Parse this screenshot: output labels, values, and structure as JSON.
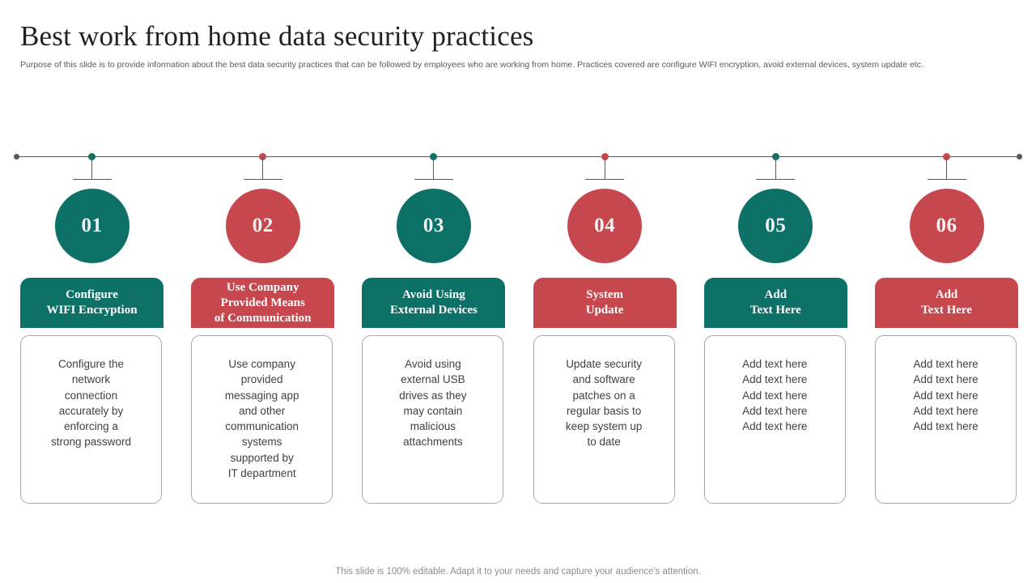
{
  "slide": {
    "title": "Best work from home data security practices",
    "subtitle": "Purpose of this slide is to provide information about the best data security practices that can be followed by employees who are working from home. Practices covered are configure WIFI  encryption, avoid external devices, system update etc.",
    "footer": "This slide is 100% editable. Adapt it to your needs and capture your audience's attention."
  },
  "colors": {
    "teal": "#0D7168",
    "red": "#C7474E",
    "timeline": "#595959",
    "timeline_cap": "#58595B",
    "title_text": "#231F20",
    "body_text": "#414042",
    "card_border": "#A7A9AC"
  },
  "timeline": {
    "left_cap": "endpoint-dot",
    "right_cap": "endpoint-dot"
  },
  "columns": [
    {
      "number": "01",
      "color": "teal",
      "heading_lines": [
        "Configure",
        "WIFI Encryption"
      ],
      "body_lines": [
        "Configure the",
        "network",
        "connection",
        "accurately  by",
        "enforcing a",
        "strong password"
      ]
    },
    {
      "number": "02",
      "color": "red",
      "heading_lines": [
        "Use Company",
        "Provided Means",
        "of Communication"
      ],
      "body_lines": [
        "Use company",
        "provided",
        "messaging app",
        "and other",
        "communication",
        "systems",
        "supported by",
        "IT  department"
      ]
    },
    {
      "number": "03",
      "color": "teal",
      "heading_lines": [
        "Avoid Using",
        "External Devices"
      ],
      "body_lines": [
        "Avoid using",
        "external USB",
        "drives as they",
        "may  contain",
        "malicious",
        "attachments"
      ]
    },
    {
      "number": "04",
      "color": "red",
      "heading_lines": [
        "System",
        "Update"
      ],
      "body_lines": [
        "Update security",
        "and software",
        "patches on a",
        "regular  basis to",
        "keep system up",
        "to date"
      ]
    },
    {
      "number": "05",
      "color": "teal",
      "heading_lines": [
        "Add",
        "Text Here"
      ],
      "body_lines": [
        "Add text  here",
        "Add text  here",
        "Add text  here",
        "Add text  here",
        "Add text  here"
      ]
    },
    {
      "number": "06",
      "color": "red",
      "heading_lines": [
        "Add",
        "Text Here"
      ],
      "body_lines": [
        "Add text  here",
        "Add text  here",
        "Add text  here",
        "Add text  here",
        "Add text  here"
      ]
    }
  ]
}
